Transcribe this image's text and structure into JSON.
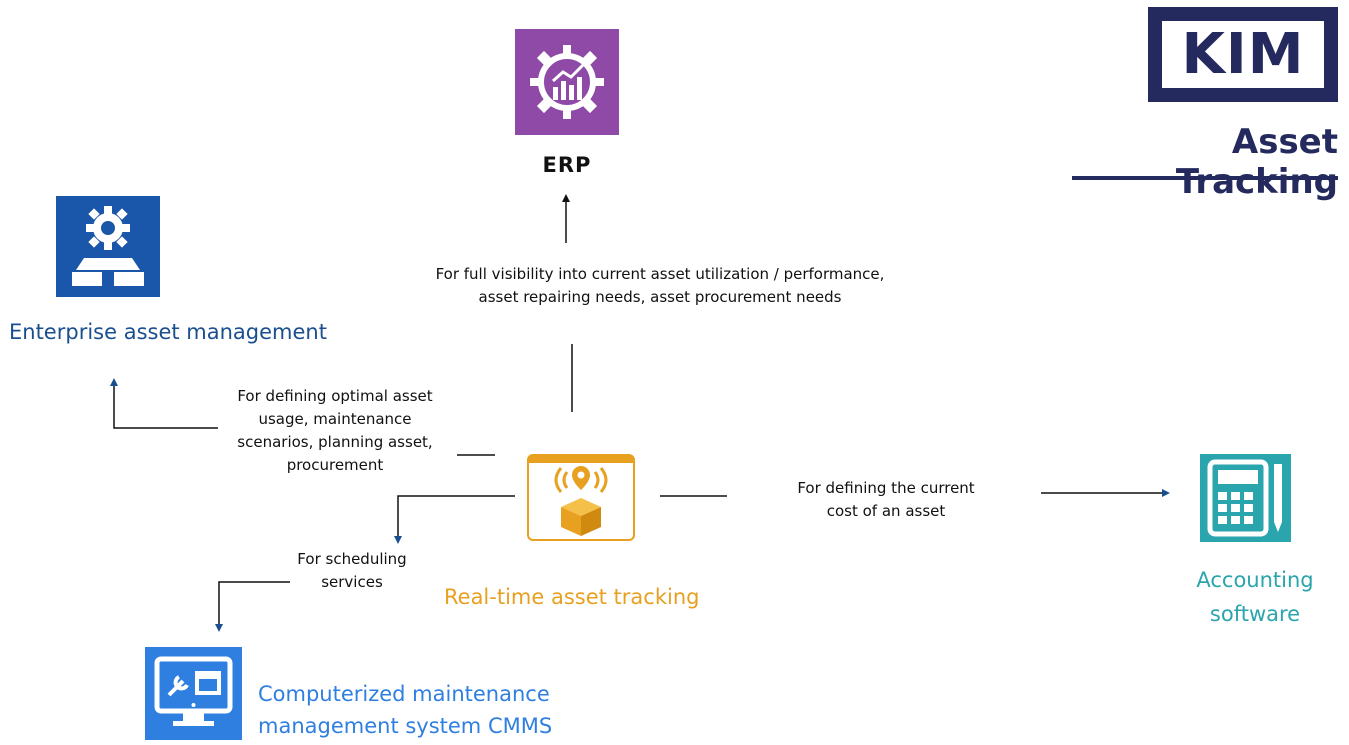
{
  "logo": {
    "text": "KIM",
    "subtitle": "Asset Tracking",
    "color": "#252a5e"
  },
  "nodes": {
    "erp": {
      "label": "ERP",
      "color": "#8e4aa6",
      "icon": "gear-chart-icon"
    },
    "eam": {
      "label": "Enterprise asset management",
      "color": "#1a56a9",
      "icon": "gear-users-icon"
    },
    "rtat": {
      "label": "Real-time asset tracking",
      "color": "#e8a020",
      "icon": "location-box-icon"
    },
    "accounting": {
      "label_line1": "Accounting",
      "label_line2": "software",
      "color": "#2aa5ad",
      "icon": "calculator-icon"
    },
    "cmms": {
      "label_line1": "Computerized maintenance",
      "label_line2": "management system CMMS",
      "color": "#2f7fe0",
      "icon": "monitor-tools-icon"
    }
  },
  "edges": {
    "to_erp": {
      "line1": "For full visibility into current asset utilization / performance,",
      "line2": "asset repairing needs, asset procurement needs"
    },
    "to_eam": {
      "line1": "For defining optimal asset",
      "line2": "usage, maintenance",
      "line3": "scenarios, planning asset,",
      "line4": "procurement"
    },
    "to_cmms": {
      "line1": "For scheduling",
      "line2": "services"
    },
    "to_accounting": {
      "line1": "For defining the current",
      "line2": "cost of an asset"
    }
  }
}
